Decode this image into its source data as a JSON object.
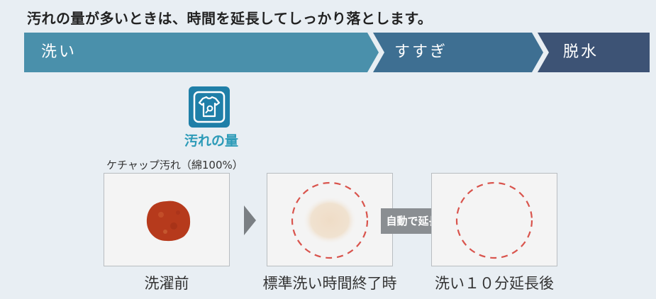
{
  "headline": "汚れの量が多いときは、時間を延長してしっかり落とします。",
  "flow": {
    "steps": [
      {
        "label": "洗い",
        "color": "#4a90ab"
      },
      {
        "label": "すすぎ",
        "color": "#3e6f92"
      },
      {
        "label": "脱水",
        "color": "#3d5375"
      }
    ]
  },
  "indicator": {
    "icon": "shirt-stain-icon",
    "caption": "汚れの量"
  },
  "sample_label": "ケチャップ汚れ（綿100%）",
  "panels": [
    {
      "caption": "洗濯前"
    },
    {
      "caption": "標準洗い時間終了時"
    },
    {
      "caption": "洗い１０分延長後"
    }
  ],
  "auto_extend_label": "自動で延長",
  "colors": {
    "stain": "#b63a1c",
    "dashed_circle": "#d9544d",
    "icon_bg": "#1f7fa8",
    "caption_accent": "#2d9bb8"
  }
}
